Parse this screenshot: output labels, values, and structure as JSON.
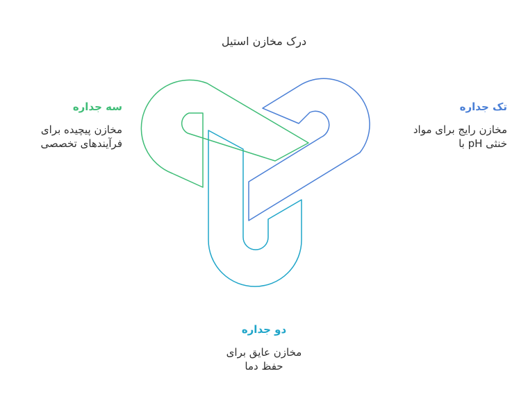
{
  "title": "درک مخازن استیل",
  "sections": {
    "single": {
      "heading": "تک جداره",
      "description_line1": "مخازن رایج برای مواد",
      "description_line2": "خنثی pH با",
      "color": "#4a7fd6"
    },
    "double": {
      "heading": "دو جداره",
      "description_line1": "مخازن عایق برای",
      "description_line2": "حفظ دما",
      "color": "#1fa5c9"
    },
    "triple": {
      "heading": "سه جداره",
      "description_line1": "مخازن پیچیده برای",
      "description_line2": "فرآیندهای تخصصی",
      "color": "#3fbd77"
    }
  }
}
